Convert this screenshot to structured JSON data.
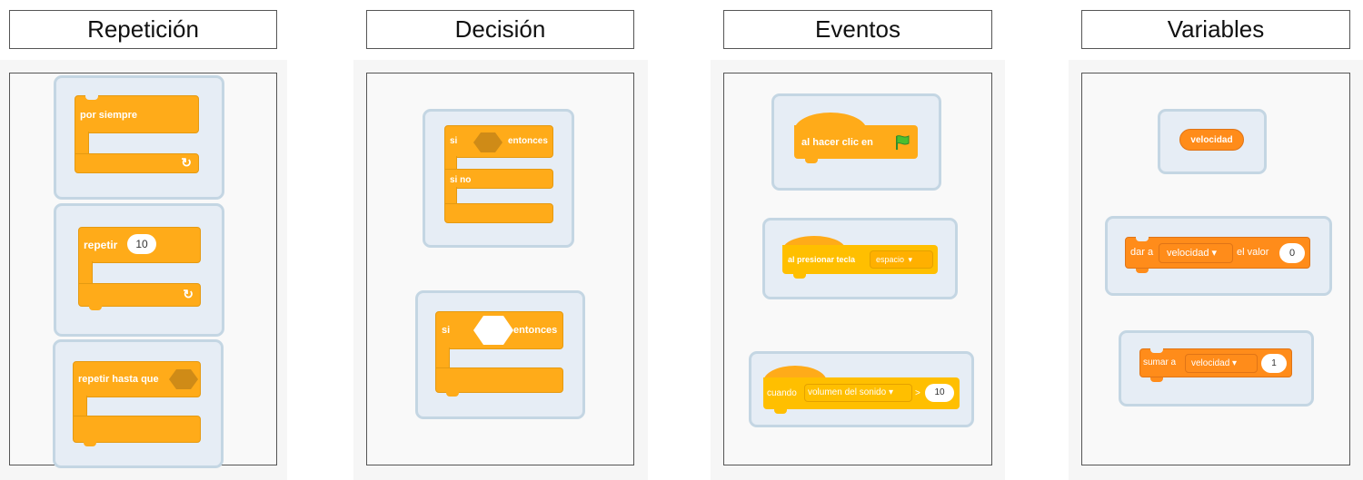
{
  "categories": [
    {
      "title": "Repetición"
    },
    {
      "title": "Decisión"
    },
    {
      "title": "Eventos"
    },
    {
      "title": "Variables"
    }
  ],
  "repeticion": {
    "forever_label": "por siempre",
    "repeat_label": "repetir",
    "repeat_value": "10",
    "until_label": "repetir hasta que",
    "loop_arrow": "↻"
  },
  "decision": {
    "ifelse_if": "si",
    "ifelse_then": "entonces",
    "ifelse_else": "si no",
    "if_if": "si",
    "if_then": "entonces"
  },
  "eventos": {
    "flag_label": "al hacer clic en",
    "flag_icon": "green-flag-icon",
    "key_label": "al presionar tecla",
    "key_value": "espacio",
    "when_label": "cuando",
    "when_value": "volumen del sonido",
    "compare_op": ">",
    "compare_value": "10",
    "dropdown_arrow": "▾"
  },
  "variables": {
    "reporter": "velocidad",
    "set_label": "dar a",
    "set_var": "velocidad",
    "set_mid": "el valor",
    "set_value": "0",
    "change_label": "sumar a",
    "change_var": "velocidad",
    "change_value": "1"
  },
  "colors": {
    "control": "#ffab19",
    "events": "#ffbf00",
    "variables": "#ff8c1a",
    "card": "#e6edf5",
    "card_border": "#c4d6e3"
  }
}
